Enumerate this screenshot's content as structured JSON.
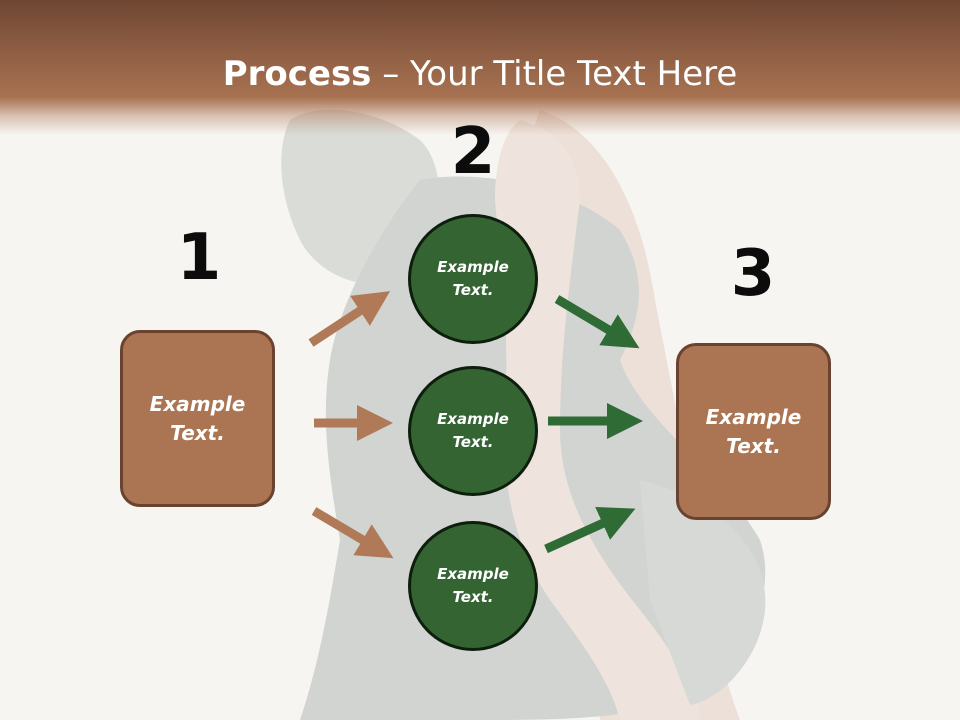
{
  "title": {
    "bold": "Process",
    "rest": " – Your Title Text Here"
  },
  "steps": [
    {
      "number": "1",
      "text": "Example Text."
    },
    {
      "number": "2",
      "texts": [
        "Example Text.",
        "Example Text.",
        "Example Text."
      ]
    },
    {
      "number": "3",
      "text": "Example Text."
    }
  ],
  "colors": {
    "brown_fill": "#ab7553",
    "brown_border": "#6a4330",
    "green_fill": "#336432",
    "green_border": "#0e1e0d",
    "brown_arrow": "#b07a58",
    "green_arrow": "#2f6b35"
  }
}
